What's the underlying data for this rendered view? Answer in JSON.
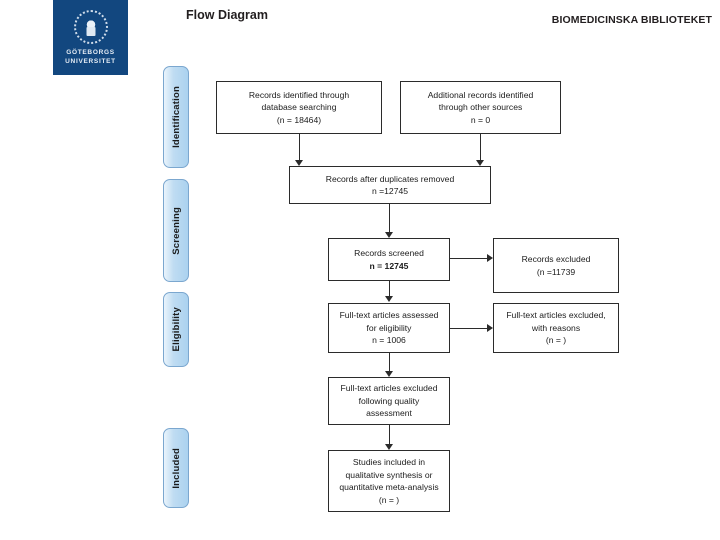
{
  "header": {
    "logo": {
      "line1": "GÖTEBORGS",
      "line2": "UNIVERSITET",
      "crest_icon": "university-crest-icon",
      "background_color": "#12477f"
    },
    "library_label": "BIOMEDICINSKA BIBLIOTEKET",
    "title": "Flow Diagram"
  },
  "stages": [
    {
      "label": "Identification"
    },
    {
      "label": "Screening"
    },
    {
      "label": "Eligibility"
    },
    {
      "label": "Included"
    }
  ],
  "nodes": {
    "database_search": {
      "lines": [
        "Records identified through",
        "database searching",
        "(n = 18464)"
      ]
    },
    "other_sources": {
      "lines": [
        "Additional records identified",
        "through other sources",
        "n = 0"
      ]
    },
    "duplicates_removed": {
      "lines": [
        "Records after duplicates removed",
        "n =12745"
      ]
    },
    "records_screened": {
      "lines": [
        "Records screened",
        "n =  12745"
      ]
    },
    "records_excluded": {
      "lines": [
        "Records excluded",
        "(n =11739"
      ]
    },
    "fulltext_assessed": {
      "lines": [
        "Full-text articles assessed",
        "for eligibility",
        "n =  1006"
      ]
    },
    "fulltext_excluded_reasons": {
      "lines": [
        "Full-text articles excluded,",
        "with reasons",
        "(n =   )"
      ]
    },
    "fulltext_excluded_quality": {
      "lines": [
        "Full-text articles excluded",
        "following quality",
        "assessment"
      ]
    },
    "studies_included": {
      "lines": [
        "Studies included in",
        "qualitative synthesis or",
        "quantitative meta-analysis",
        "(n =   )"
      ]
    }
  },
  "colors": {
    "stage_fill": "#abd2ef",
    "stage_border": "#7ba7cf",
    "node_border": "#2b2b2b",
    "text": "#1c1c1c",
    "brand_blue": "#12477f"
  }
}
